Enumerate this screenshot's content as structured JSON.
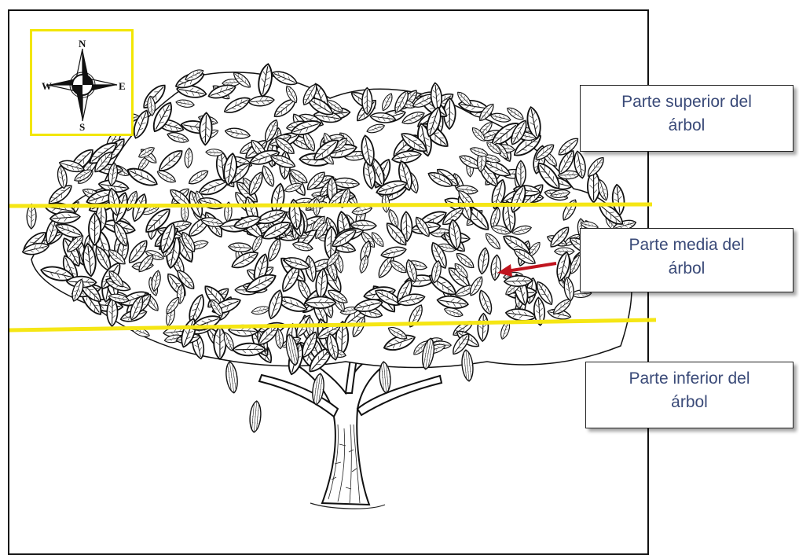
{
  "compass": {
    "north": "N",
    "south": "S",
    "east": "E",
    "west": "W",
    "icon": "compass-rose-icon",
    "border_color": "#f2e600"
  },
  "zones": {
    "line_color": "#f5e614",
    "top": {
      "line1": "Parte superior del",
      "line2": "árbol"
    },
    "middle": {
      "line1": "Parte media del",
      "line2": "árbol"
    },
    "bottom": {
      "line1": "Parte inferior del",
      "line2": "árbol"
    },
    "label_text_color": "#3a4a78"
  },
  "illustration": {
    "subject": "cacao-tree",
    "arrow_color": "#c0141e"
  }
}
